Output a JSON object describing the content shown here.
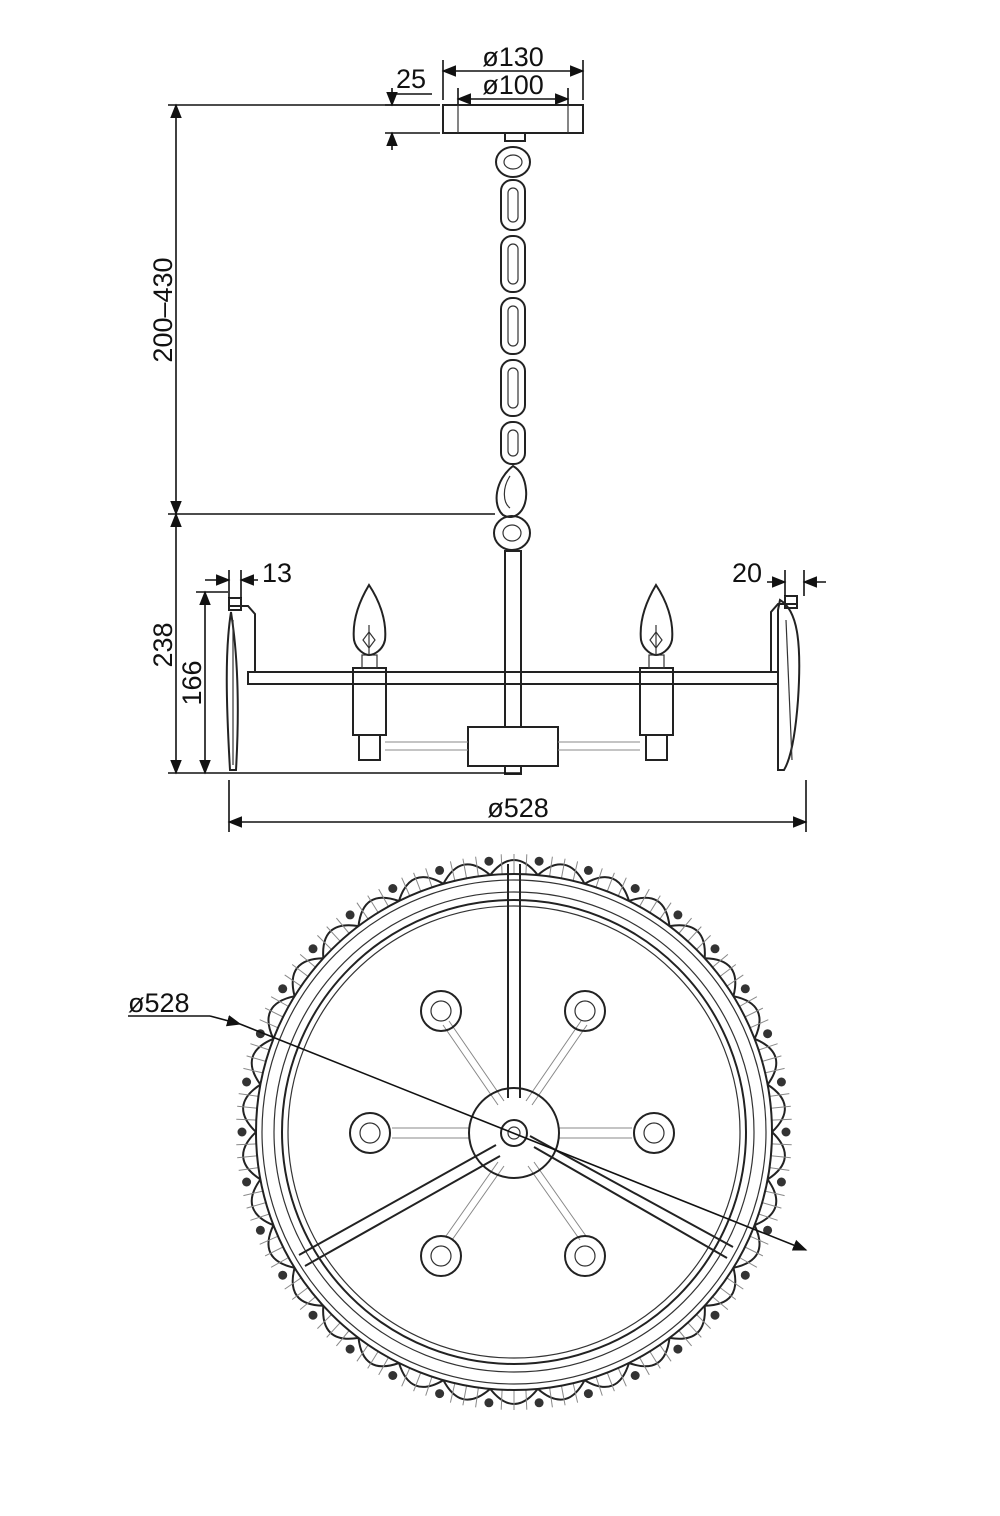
{
  "dimensions": {
    "canopy_outer_diameter": "ø130",
    "canopy_inner_diameter": "ø100",
    "canopy_height": "25",
    "chain_length": "200–430",
    "side_offset_left": "13",
    "side_offset_right": "20",
    "body_height": "238",
    "frame_height": "166",
    "body_diameter": "ø528",
    "plan_diameter": "ø528"
  },
  "colors": {
    "line": "#222222",
    "background": "#ffffff"
  }
}
